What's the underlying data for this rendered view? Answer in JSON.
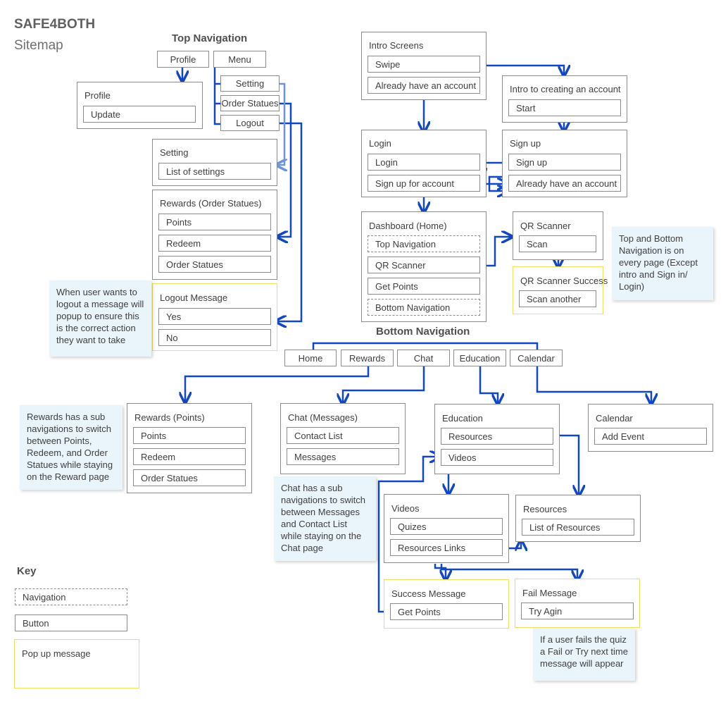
{
  "header": {
    "title": "SAFE4BOTH",
    "subtitle": "Sitemap"
  },
  "sections": {
    "top_nav": "Top Navigation",
    "bottom_nav": "Bottom Navigation",
    "key": "Key"
  },
  "top_nav": {
    "profile": "Profile",
    "menu": "Menu",
    "setting": "Setting",
    "order_statues": "Order Statues",
    "logout": "Logout"
  },
  "profile_box": {
    "title": "Profile",
    "update": "Update"
  },
  "setting_box": {
    "title": "Setting",
    "list": "List of settings"
  },
  "rewards_order": {
    "title": "Rewards (Order Statues)",
    "points": "Points",
    "redeem": "Redeem",
    "order_statues": "Order Statues"
  },
  "logout_msg": {
    "title": "Logout Message",
    "yes": "Yes",
    "no": "No"
  },
  "intro": {
    "title": "Intro Screens",
    "swipe": "Swipe",
    "already": "Already have an account"
  },
  "intro_create": {
    "title": "Intro to creating an account",
    "start": "Start"
  },
  "login": {
    "title": "Login",
    "login": "Login",
    "signup_for": "Sign up for account"
  },
  "signup": {
    "title": "Sign up",
    "signup": "Sign up",
    "already": "Already have an account"
  },
  "dashboard": {
    "title": "Dashboard (Home)",
    "top_nav": "Top Navigation",
    "qr": "QR Scanner",
    "points": "Get Points",
    "bottom_nav": "Bottom Navigation"
  },
  "qr_scanner": {
    "title": "QR Scanner",
    "scan": "Scan"
  },
  "qr_success": {
    "title": "QR Scanner Success",
    "scan_another": "Scan another"
  },
  "bottom_tabs": {
    "home": "Home",
    "rewards": "Rewards",
    "chat": "Chat",
    "education": "Education",
    "calendar": "Calendar"
  },
  "rewards_points": {
    "title": "Rewards (Points)",
    "points": "Points",
    "redeem": "Redeem",
    "order_statues": "Order Statues"
  },
  "chat_box": {
    "title": "Chat (Messages)",
    "contacts": "Contact List",
    "messages": "Messages"
  },
  "education": {
    "title": "Education",
    "resources": "Resources",
    "videos": "Videos"
  },
  "calendar_box": {
    "title": "Calendar",
    "add_event": "Add Event"
  },
  "videos_box": {
    "title": "Videos",
    "quizes": "Quizes",
    "resource_links": "Resources Links"
  },
  "resources_box": {
    "title": "Resources",
    "list": "List of Resources"
  },
  "success_msg": {
    "title": "Success Message",
    "get_points": "Get Points"
  },
  "fail_msg": {
    "title": "Fail Message",
    "try": "Try Agin"
  },
  "notes": {
    "logout": "When user wants to logout a message will popup to ensure this is the correct action they want to take",
    "nav": "Top and Bottom Navigation is on every page (Except intro and Sign in/ Login)",
    "rewards": "Rewards has a sub navigations to switch between Points, Redeem, and Order Statues while staying on the Reward page",
    "chat": "Chat has a sub navigations to switch between Messages and Contact List while staying on the Chat page",
    "quiz": "If a user fails the quiz a Fail or Try next time message will appear"
  },
  "key": {
    "navigation": "Navigation",
    "button": "Button",
    "popup": "Pop up message"
  },
  "colors": {
    "arrow": "#1247c2",
    "arrow_light": "#6b93e0",
    "note_bg": "#eaf4fb",
    "popup_border": "#f0e060"
  }
}
